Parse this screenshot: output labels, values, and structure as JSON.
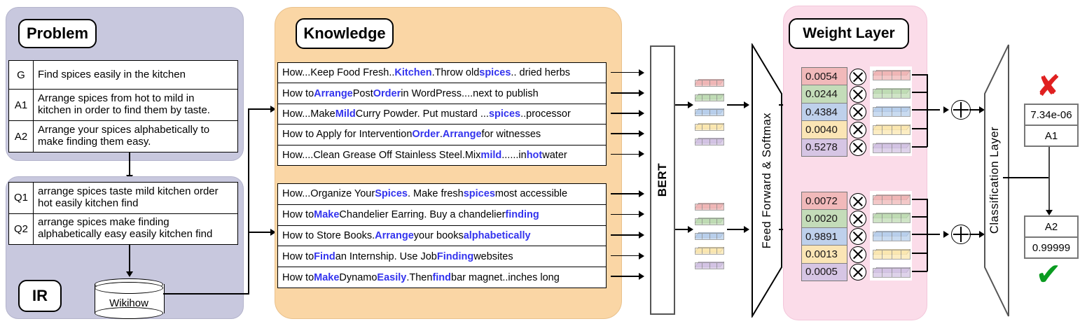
{
  "problem": {
    "title": "Problem",
    "rows": [
      {
        "key": "G",
        "text": "Find spices easily in the kitchen"
      },
      {
        "key": "A1",
        "text": "Arrange spices from hot to mild in\nkitchen in order to find them by taste."
      },
      {
        "key": "A2",
        "text": "Arrange your spices alphabetically to\nmake finding them easy."
      }
    ]
  },
  "ir": {
    "title": "IR",
    "rows": [
      {
        "key": "Q1",
        "text": "arrange spices taste mild kitchen order\nhot easily kitchen find"
      },
      {
        "key": "Q2",
        "text": "arrange spices make finding\nalphabetically easy easily kitchen find"
      }
    ],
    "database_label": "Wikihow"
  },
  "knowledge": {
    "title": "Knowledge",
    "group1": [
      [
        {
          "t": "How...Keep Food Fresh..",
          "b": false
        },
        {
          "t": "Kitchen",
          "b": true
        },
        {
          "t": ".Throw old ",
          "b": false
        },
        {
          "t": "spices",
          "b": true
        },
        {
          "t": ".. dried herbs",
          "b": false
        }
      ],
      [
        {
          "t": "How to ",
          "b": false
        },
        {
          "t": "Arrange",
          "b": true
        },
        {
          "t": " Post ",
          "b": false
        },
        {
          "t": "Order",
          "b": true
        },
        {
          "t": " in WordPress....next to publish",
          "b": false
        }
      ],
      [
        {
          "t": "How...Make ",
          "b": false
        },
        {
          "t": "Mild",
          "b": true
        },
        {
          "t": " Curry Powder. Put mustard ...",
          "b": false
        },
        {
          "t": "spices",
          "b": true
        },
        {
          "t": "..processor",
          "b": false
        }
      ],
      [
        {
          "t": "How to Apply for Intervention ",
          "b": false
        },
        {
          "t": "Order",
          "b": true
        },
        {
          "t": ". ",
          "b": false
        },
        {
          "t": "Arrange",
          "b": true
        },
        {
          "t": " for witnesses",
          "b": false
        }
      ],
      [
        {
          "t": "How....Clean Grease Off Stainless Steel.Mix ",
          "b": false
        },
        {
          "t": "mild",
          "b": true
        },
        {
          "t": "......in ",
          "b": false
        },
        {
          "t": "hot",
          "b": true
        },
        {
          "t": " water",
          "b": false
        }
      ]
    ],
    "group2": [
      [
        {
          "t": "How...Organize Your ",
          "b": false
        },
        {
          "t": "Spices",
          "b": true
        },
        {
          "t": ". Make fresh ",
          "b": false
        },
        {
          "t": "spices",
          "b": true
        },
        {
          "t": " most accessible",
          "b": false
        }
      ],
      [
        {
          "t": "How to ",
          "b": false
        },
        {
          "t": "Make",
          "b": true
        },
        {
          "t": " Chandelier Earring. Buy a chandelier ",
          "b": false
        },
        {
          "t": "finding",
          "b": true
        }
      ],
      [
        {
          "t": "How to Store Books. ",
          "b": false
        },
        {
          "t": "Arrange",
          "b": true
        },
        {
          "t": " your books ",
          "b": false
        },
        {
          "t": "alphabetically",
          "b": true
        }
      ],
      [
        {
          "t": "How to ",
          "b": false
        },
        {
          "t": "Find",
          "b": true
        },
        {
          "t": " an Internship. Use Job ",
          "b": false
        },
        {
          "t": "Finding",
          "b": true
        },
        {
          "t": "  websites",
          "b": false
        }
      ],
      [
        {
          "t": "How to ",
          "b": false
        },
        {
          "t": "Make",
          "b": true
        },
        {
          "t": " Dynamo ",
          "b": false
        },
        {
          "t": "Easily",
          "b": true
        },
        {
          "t": ".Then ",
          "b": false
        },
        {
          "t": "find",
          "b": true
        },
        {
          "t": " bar magnet..inches long",
          "b": false
        }
      ]
    ]
  },
  "bert": {
    "label": "BERT"
  },
  "feedforward": {
    "label": "Feed Forward & Softmax"
  },
  "weight_layer": {
    "title": "Weight Layer",
    "operator_multiply": "multiply-icon",
    "operator_add": "plus-icon",
    "group1": [
      "0.0054",
      "0.0244",
      "0.4384",
      "0.0040",
      "0.5278"
    ],
    "group2": [
      "0.0072",
      "0.0020",
      "0.9891",
      "0.0013",
      "0.0005"
    ]
  },
  "classification": {
    "label": "Classification Layer"
  },
  "outputs": {
    "top": {
      "score": "7.34e-06",
      "label": "A1",
      "mark": "✘",
      "mark_name": "cross-icon"
    },
    "bottom": {
      "label": "A2",
      "score": "0.99999",
      "mark": "✔",
      "mark_name": "check-icon"
    }
  },
  "colors": {
    "problem_panel": "#c8c8de",
    "knowledge_panel": "#fad6a5",
    "weight_panel": "#fbdce9",
    "keyword": "#3333ee",
    "cross": "#e02020",
    "check": "#0a9b20",
    "vector": [
      "#f0b6b6",
      "#bfdcb4",
      "#b8cfec",
      "#fbe7b0",
      "#d3c3e4"
    ]
  }
}
